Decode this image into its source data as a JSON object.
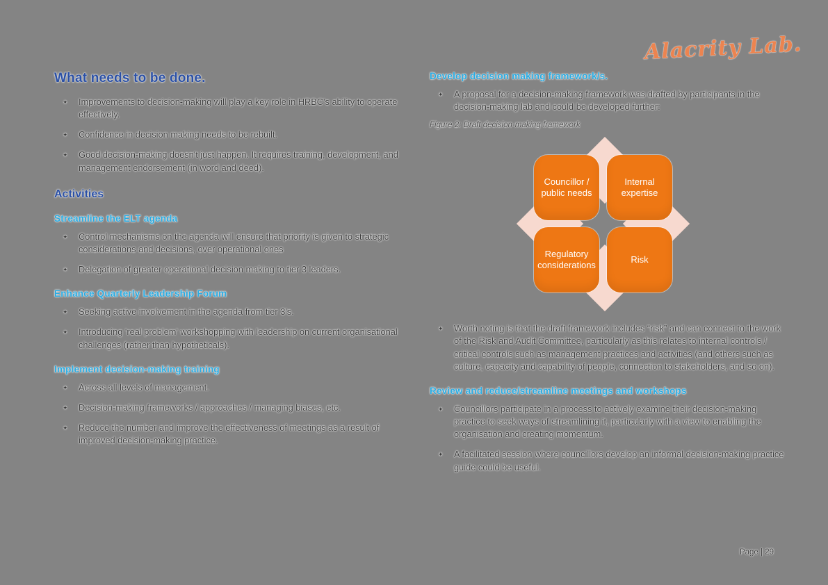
{
  "logo": {
    "text": "Alacrity Lab."
  },
  "glyphs": {
    "bullet": "✦"
  },
  "colors": {
    "background_gray": "#848484",
    "heading_blue": "#2b50a5",
    "subheading_cyan": "#29abe2",
    "diagram_orange": "#ee7714",
    "diagram_pink": "#f7d9cf",
    "logo_orange": "#ec8450",
    "body_text": "#3d3d3d"
  },
  "left": {
    "title": "What needs to be done.",
    "intro_bullets": [
      "Improvements to decision-making will play a key role in HRBC's ability to operate effectively.",
      "Confidence in decision making needs to be rebuilt.",
      "Good decision-making doesn't just happen. It requires training, development, and management endorsement (in word and deed)."
    ],
    "activities_title": "Activities",
    "sections": [
      {
        "title": "Streamline the ELT agenda",
        "bullets": [
          "Control mechanisms on the agenda will ensure that priority is given to strategic considerations and decisions, over operational ones",
          "Delegation of greater operational decision making to tier 3 leaders."
        ]
      },
      {
        "title": "Enhance Quarterly Leadership Forum",
        "bullets": [
          "Seeking active involvement in the agenda from tier 3's.",
          "Introducing 'real problem' workshopping with leadership on current organisational challenges (rather than hypotheticals)."
        ]
      },
      {
        "title": "Implement decision-making training",
        "bullets": [
          "Across all levels of management.",
          "Decision-making frameworks / approaches / managing biases, etc.",
          "Reduce the number and improve the effectiveness of meetings as a result of improved decision-making practice."
        ]
      }
    ]
  },
  "right": {
    "section1": {
      "title": "Develop decision making framework/s.",
      "bullets": [
        "A proposal for a decision-making framework was drafted by participants in the decision-making lab and could be developed further:"
      ]
    },
    "figure": {
      "caption": "Figure 2: Draft decision-making framework",
      "boxes": [
        "Councillor / public needs",
        "Internal expertise",
        "Regulatory considerations",
        "Risk"
      ]
    },
    "after_figure_bullets": [
      "Worth noting is that the draft framework includes “risk” and can connect to the work of the Risk and Audit Committee, particularly as this relates to internal controls / critical controls such as management practices and activities (and others such as culture, capacity and capability of people, connection to stakeholders, and so on)."
    ],
    "section2": {
      "title": "Review and reduce/streamline meetings and workshops",
      "bullets": [
        "Councillors participate in a process to actively examine their decision-making practice to seek ways of streamlining it, particularly with a view to enabling the organisation and creating momentum.",
        "A facilitated session where councillors develop an informal decision-making practice guide could be useful."
      ]
    }
  },
  "footer": {
    "page_number": "Page | 29"
  }
}
